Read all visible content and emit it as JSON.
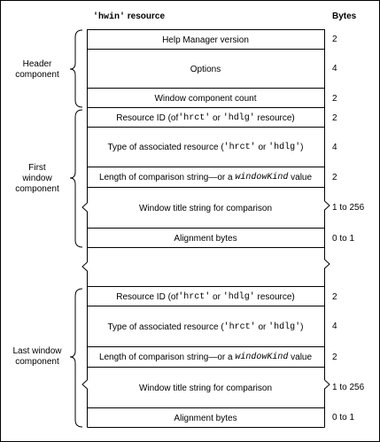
{
  "header": {
    "resource_code": "'hwin'",
    "resource_word": " resource",
    "bytes_label": "Bytes"
  },
  "groups": {
    "header": [
      "Header",
      "component"
    ],
    "first": [
      "First",
      "window",
      "component"
    ],
    "last": [
      "Last window",
      "component"
    ]
  },
  "header_rows": [
    {
      "label": "Help Manager version",
      "bytes": "2"
    },
    {
      "label": "Options",
      "bytes": "4"
    },
    {
      "label": "Window component count",
      "bytes": "2"
    }
  ],
  "window_rows": {
    "resource_id": {
      "prefix": "Resource ID (of ",
      "code1": "'hrct'",
      "mid": " or ",
      "code2": "'hdlg'",
      "suffix": " resource)",
      "bytes": "2"
    },
    "type": {
      "prefix": "Type of associated resource (",
      "code1": "'hrct'",
      "mid": " or ",
      "code2": "'hdlg'",
      "suffix": ")",
      "bytes": "4"
    },
    "length": {
      "prefix": "Length of comparison string—or a ",
      "code": "windowKind",
      "suffix": " value",
      "bytes": "2"
    },
    "title": {
      "label": "Window title string for comparison",
      "bytes": "1 to 256"
    },
    "alignment": {
      "label": "Alignment bytes",
      "bytes": "0 to 1"
    }
  }
}
